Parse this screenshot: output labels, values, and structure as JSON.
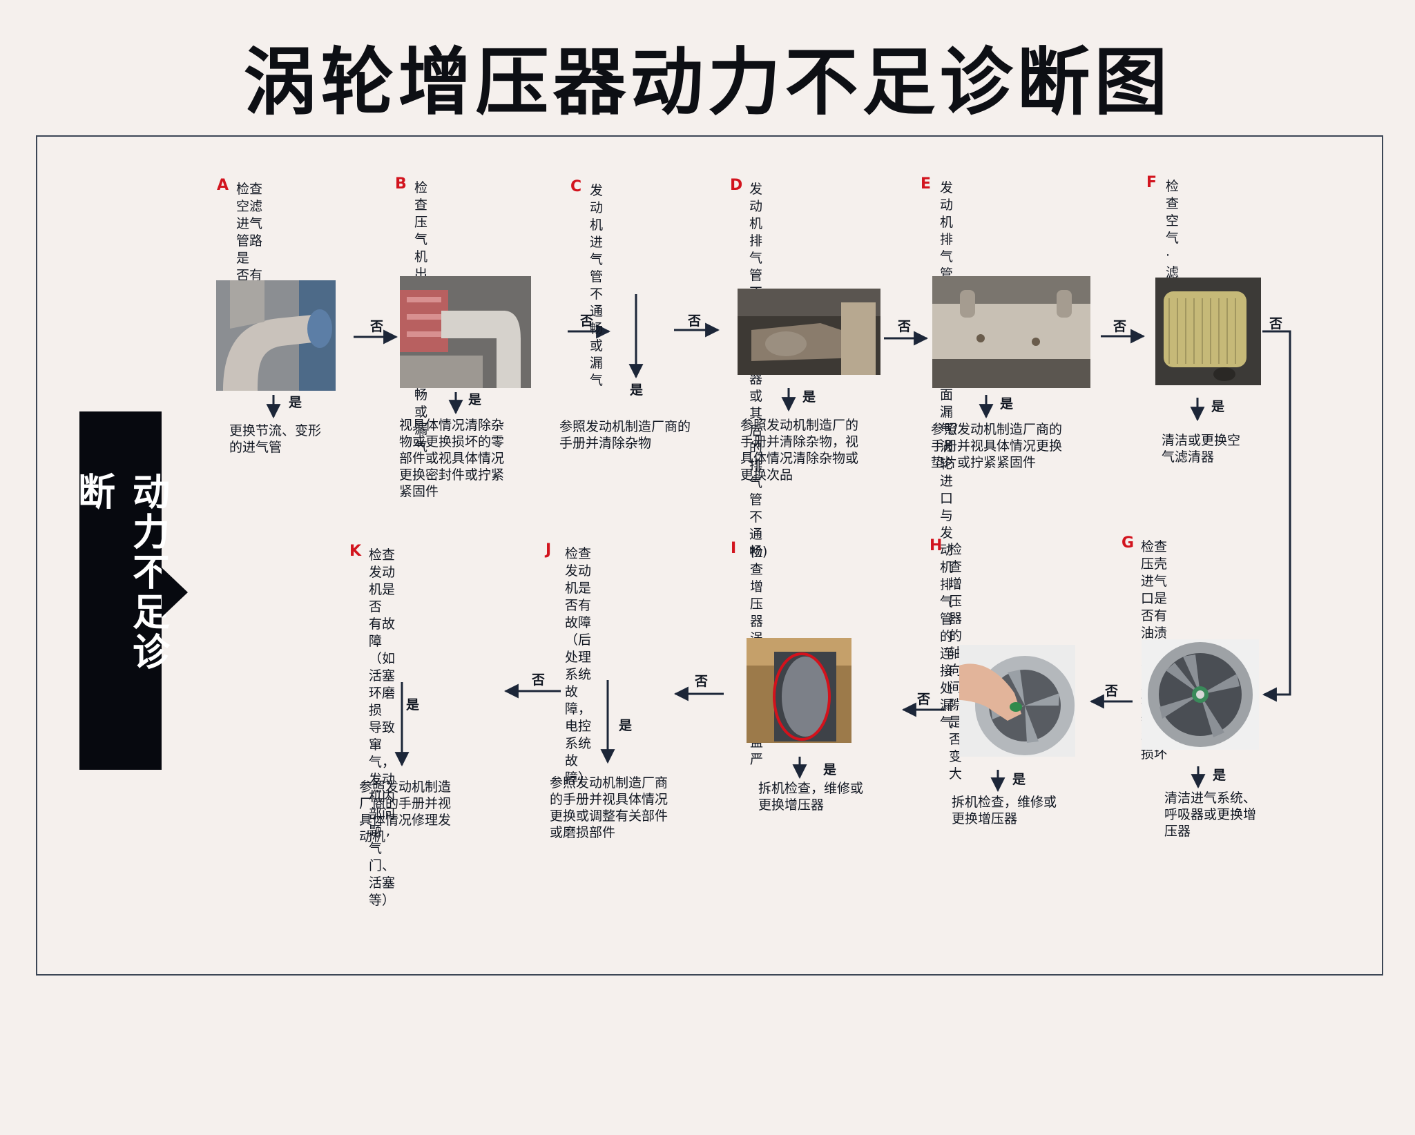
{
  "title": "涡轮增压器动力不足诊断图",
  "sidebar": {
    "label": "动力不足诊断"
  },
  "labels": {
    "yes": "是",
    "no": "否"
  },
  "colors": {
    "letter": "#d2141e",
    "sidebar": "#07090f",
    "line": "#1c2638",
    "background": "#f5f0ed"
  },
  "steps": {
    "A": {
      "letter": "A",
      "question": "检查空滤进气\n管路是 否有节\n流、变形",
      "yes_result": "更换节流、变形\n的进气管"
    },
    "B": {
      "letter": "B",
      "question": "检查压气机出口管\n路是否通畅或漏气",
      "yes_result": "视具体情况清除杂\n物或更换损坏的零\n部件或视具体情况\n更换密封件或拧紧\n紧固件"
    },
    "C": {
      "letter": "C",
      "question": "发动机进气管不\n通畅或漏气",
      "yes_result": "参照发动机制造厂商的\n手册并清除杂物"
    },
    "D": {
      "letter": "D",
      "question": "发动机排气管不\n通畅(消音器或其\n后的排气管不通\n畅)",
      "yes_result": "参照发动机制造厂的\n手册并清除杂物，视\n具体情况清除杂物或\n更换次品"
    },
    "E": {
      "letter": "E",
      "question": "发动机排气管与气缸\n盖结合面漏气/涡轮进\n口与发动机排气管的\n连接处漏气",
      "yes_result": "参照发动机制造厂商的\n手册并视具体情况更换\n垫片或拧紧紧固件"
    },
    "F": {
      "letter": "F",
      "question": "检查空气·滤清\n器是否脏污",
      "yes_result": "清洁或更换空\n气滤清器"
    },
    "G": {
      "letter": "G",
      "question": "检查压壳进气口是\n否有油渍或油污，\n是否被异物打坏或\n损坏",
      "yes_result": "清洁进气系统、\n呼吸器或更换增\n压器"
    },
    "H": {
      "letter": "H",
      "question": "检查增压器的轴向\n间隙是否变大",
      "yes_result": "拆机检查，维修或\n更换增压器"
    },
    "I": {
      "letter": "I",
      "question": "检查增压器涡壳\n阀盖是否盖严",
      "yes_result": "拆机检查，维修或\n更换增压器"
    },
    "J": {
      "letter": "J",
      "question": "检查发动机是否有\n故障\n（后处理系统故障，\n电控系统故障）",
      "yes_result": "参照发动机制造厂商\n的手册并视具体情况\n更换或调整有关部件\n或磨损部件"
    },
    "K": {
      "letter": "K",
      "question": "检查发动机是否\n有故障\n（如活塞环磨损\n导致窜气，发动\n机内部问题 ,气门、\n活塞等）",
      "yes_result": "参照发动机制造\n厂商的手册并视\n具体情况修理发\n动机"
    }
  }
}
